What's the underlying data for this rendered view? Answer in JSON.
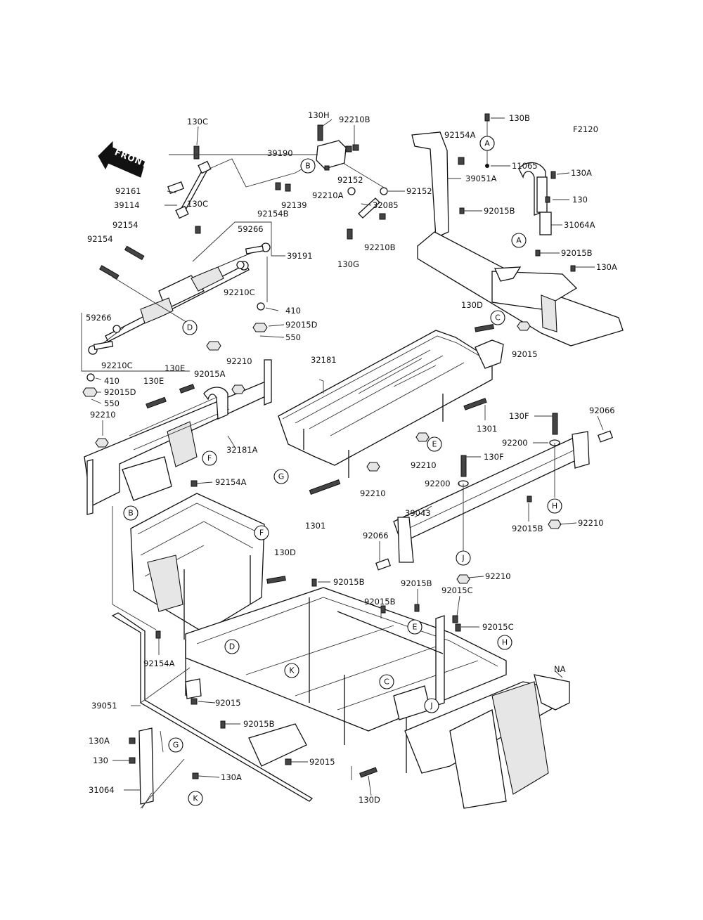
{
  "diagram": {
    "code": "F2120",
    "front_label": "FRONT",
    "labels": [
      {
        "id": "l-130c-top",
        "text": "130C"
      },
      {
        "id": "l-130h",
        "text": "130H"
      },
      {
        "id": "l-92210b-top",
        "text": "92210B"
      },
      {
        "id": "l-130b",
        "text": "130B"
      },
      {
        "id": "l-92154a-top",
        "text": "92154A"
      },
      {
        "id": "l-11065",
        "text": "11065"
      },
      {
        "id": "l-39190",
        "text": "39190"
      },
      {
        "id": "l-130a-1",
        "text": "130A"
      },
      {
        "id": "l-39051a",
        "text": "39051A"
      },
      {
        "id": "l-130-1",
        "text": "130"
      },
      {
        "id": "l-92161",
        "text": "92161"
      },
      {
        "id": "l-92152-1",
        "text": "92152"
      },
      {
        "id": "l-92210a",
        "text": "92210A"
      },
      {
        "id": "l-92152-2",
        "text": "92152"
      },
      {
        "id": "l-32085",
        "text": "32085"
      },
      {
        "id": "l-92139",
        "text": "92139"
      },
      {
        "id": "l-39114",
        "text": "39114"
      },
      {
        "id": "l-130c-2",
        "text": "130C"
      },
      {
        "id": "l-92154b",
        "text": "92154B"
      },
      {
        "id": "l-92015b-1",
        "text": "92015B"
      },
      {
        "id": "l-31064a",
        "text": "31064A"
      },
      {
        "id": "l-92210b-2",
        "text": "92210B"
      },
      {
        "id": "l-92154-1",
        "text": "92154"
      },
      {
        "id": "l-59266-1",
        "text": "59266"
      },
      {
        "id": "l-92154-2",
        "text": "92154"
      },
      {
        "id": "l-39191",
        "text": "39191"
      },
      {
        "id": "l-130g",
        "text": "130G"
      },
      {
        "id": "l-92015b-2",
        "text": "92015B"
      },
      {
        "id": "l-130a-2",
        "text": "130A"
      },
      {
        "id": "l-92210c-1",
        "text": "92210C"
      },
      {
        "id": "l-410-1",
        "text": "410"
      },
      {
        "id": "l-130d-1",
        "text": "130D"
      },
      {
        "id": "l-59266-2",
        "text": "59266"
      },
      {
        "id": "l-92015d-1",
        "text": "92015D"
      },
      {
        "id": "l-550-1",
        "text": "550"
      },
      {
        "id": "l-92015",
        "text": "92015"
      },
      {
        "id": "l-92210c-2",
        "text": "92210C"
      },
      {
        "id": "l-92015a",
        "text": "92015A"
      },
      {
        "id": "l-92210-1",
        "text": "92210"
      },
      {
        "id": "l-32181",
        "text": "32181"
      },
      {
        "id": "l-130e-1",
        "text": "130E"
      },
      {
        "id": "l-410-2",
        "text": "410"
      },
      {
        "id": "l-130e-2",
        "text": "130E"
      },
      {
        "id": "l-92015d-2",
        "text": "92015D"
      },
      {
        "id": "l-550-2",
        "text": "550"
      },
      {
        "id": "l-92210-2",
        "text": "92210"
      },
      {
        "id": "l-130f-1",
        "text": "130F"
      },
      {
        "id": "l-92066-1",
        "text": "92066"
      },
      {
        "id": "l-1301-1",
        "text": "1301"
      },
      {
        "id": "l-32181a",
        "text": "32181A"
      },
      {
        "id": "l-92200-1",
        "text": "92200"
      },
      {
        "id": "l-130f-2",
        "text": "130F"
      },
      {
        "id": "l-92210-3",
        "text": "92210"
      },
      {
        "id": "l-92154a-2",
        "text": "92154A"
      },
      {
        "id": "l-92200-2",
        "text": "92200"
      },
      {
        "id": "l-92210-4",
        "text": "92210"
      },
      {
        "id": "l-1301-2",
        "text": "1301"
      },
      {
        "id": "l-39043",
        "text": "39043"
      },
      {
        "id": "l-92015b-3",
        "text": "92015B"
      },
      {
        "id": "l-92210-5",
        "text": "92210"
      },
      {
        "id": "l-92066-2",
        "text": "92066"
      },
      {
        "id": "l-92210-6",
        "text": "92210"
      },
      {
        "id": "l-130d-2",
        "text": "130D"
      },
      {
        "id": "l-92015b-4",
        "text": "92015B"
      },
      {
        "id": "l-92015b-5",
        "text": "92015B"
      },
      {
        "id": "l-92015c-1",
        "text": "92015C"
      },
      {
        "id": "l-92015b-6",
        "text": "92015B"
      },
      {
        "id": "l-92015c-2",
        "text": "92015C"
      },
      {
        "id": "l-92154a-3",
        "text": "92154A"
      },
      {
        "id": "l-na",
        "text": "NA"
      },
      {
        "id": "l-39051",
        "text": "39051"
      },
      {
        "id": "l-92015-2",
        "text": "92015"
      },
      {
        "id": "l-92015b-7",
        "text": "92015B"
      },
      {
        "id": "l-130a-3",
        "text": "130A"
      },
      {
        "id": "l-130-2",
        "text": "130"
      },
      {
        "id": "l-92015-3",
        "text": "92015"
      },
      {
        "id": "l-31064",
        "text": "31064"
      },
      {
        "id": "l-130a-4",
        "text": "130A"
      },
      {
        "id": "l-130d-3",
        "text": "130D"
      }
    ],
    "refs": [
      {
        "id": "r-a1",
        "text": "A"
      },
      {
        "id": "r-a2",
        "text": "A"
      },
      {
        "id": "r-b1",
        "text": "B"
      },
      {
        "id": "r-b2",
        "text": "B"
      },
      {
        "id": "r-c1",
        "text": "C"
      },
      {
        "id": "r-c2",
        "text": "C"
      },
      {
        "id": "r-d1",
        "text": "D"
      },
      {
        "id": "r-d2",
        "text": "D"
      },
      {
        "id": "r-e1",
        "text": "E"
      },
      {
        "id": "r-e2",
        "text": "E"
      },
      {
        "id": "r-f1",
        "text": "F"
      },
      {
        "id": "r-f2",
        "text": "F"
      },
      {
        "id": "r-g1",
        "text": "G"
      },
      {
        "id": "r-g2",
        "text": "G"
      },
      {
        "id": "r-h1",
        "text": "H"
      },
      {
        "id": "r-h2",
        "text": "H"
      },
      {
        "id": "r-j1",
        "text": "J"
      },
      {
        "id": "r-j2",
        "text": "J"
      },
      {
        "id": "r-k1",
        "text": "K"
      },
      {
        "id": "r-k2",
        "text": "K"
      }
    ]
  }
}
